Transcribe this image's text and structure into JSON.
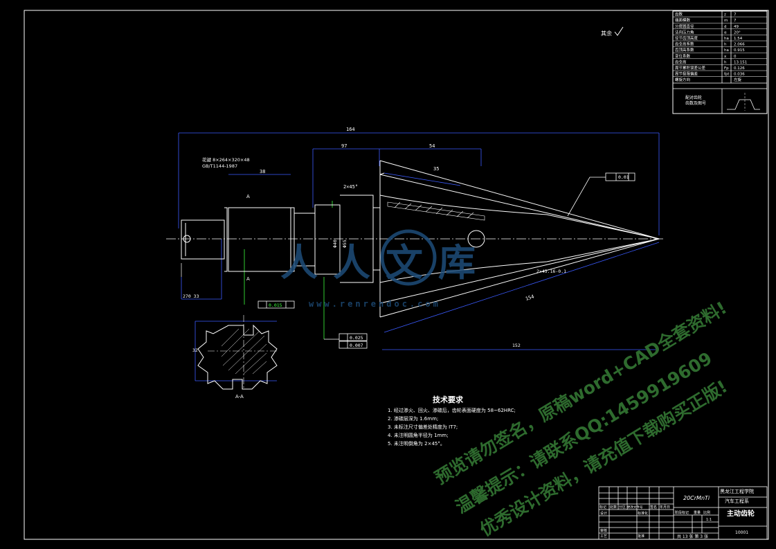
{
  "surface_roughness_note": "其余",
  "gear_params": [
    {
      "name": "齿数",
      "symbol": "z",
      "value": "7"
    },
    {
      "name": "端面模数",
      "symbol": "m",
      "value": "7"
    },
    {
      "name": "分度圆直径",
      "symbol": "d",
      "value": "49"
    },
    {
      "name": "法向压力角",
      "symbol": "α",
      "value": "20°"
    },
    {
      "name": "径节齿顶高度",
      "symbol": "ha",
      "value": "1.54"
    },
    {
      "name": "齿全高系数",
      "symbol": "h",
      "value": "2.066"
    },
    {
      "name": "齿顶高系数",
      "symbol": "ha",
      "value": "0.915"
    },
    {
      "name": "变位系数",
      "symbol": "x",
      "value": "0"
    },
    {
      "name": "齿全高",
      "symbol": "h",
      "value": "13.151"
    },
    {
      "name": "周节累积误差公差",
      "symbol": "Fp",
      "value": "0.126"
    },
    {
      "name": "周节极限偏差",
      "symbol": "fpt",
      "value": "0.036"
    },
    {
      "name": "螺旋方向",
      "symbol": "",
      "value": "左旋"
    }
  ],
  "mating_gear": {
    "label_1": "配对齿轮",
    "label_2": "齿数及图号"
  },
  "dimensions": {
    "overall_length": "164",
    "len_97": "97",
    "len_54": "54",
    "len_38": "38",
    "len_35": "35",
    "len_154": "154",
    "chamfer": "2×45°",
    "spline_spec_1": "花键 8×264×320×48",
    "spline_spec_2": "GB/T1144-1987",
    "section_label": "A",
    "section_view": "A-A",
    "bottom_left_dims": "270  33",
    "datum_tol_1": "0.015",
    "datum_tol_2": "0.01",
    "datum_tol_3": "0.025",
    "datum_tol_4": "0.007",
    "cone_note": "2×45.16-0.1",
    "dim_32": "32",
    "dim_42": "152",
    "diameter_labels": [
      "Φ40",
      "Φ55"
    ]
  },
  "tech_requirements": {
    "title": "技术要求",
    "items": [
      "1. 经过渗火、回火、渗碳后，齿轮表面硬度为 58~62HRC;",
      "2. 渗碳层深为 1.6mm;",
      "3. 未标注尺寸偏差处精度为 IT7;",
      "4. 未注明圆角半径为 1mm;",
      "5. 未注明倒角为 2×45°。"
    ]
  },
  "title_block": {
    "material": "20CrMnTi",
    "school": "黑龙江工程学院",
    "department": "汽车工程系",
    "part_name": "主动齿轮",
    "drawing_no": "10001",
    "sheet_count": "共 13 张  第 3 张",
    "labels": {
      "mark": "标记",
      "count": "处数",
      "zone": "分区",
      "doc_no": "更改文件号",
      "sign": "签名",
      "date": "年月日",
      "design": "设计",
      "standardize": "标准化",
      "review": "审核",
      "process": "工艺",
      "approve": "批准",
      "stage": "阶段标记",
      "weight": "重量",
      "scale": "比例",
      "scale_value": "1:1"
    }
  },
  "watermark": {
    "logo_chars": "人人文库",
    "url": "www.renrendoc.com",
    "line1": "预览请勿签名，原稿word+CAD全套资料!",
    "line2": "温馨提示：请联系QQ:1459919609",
    "line3": "优秀设计资料，请充值下载购买正版!"
  },
  "colors": {
    "line_white": "#ffffff",
    "dim_blue": "#3b5bff",
    "dim_green": "#3cff3c",
    "leader_green": "#00c000",
    "watermark_green": "#2e6b2e",
    "logo_blue": "#1e4d7a"
  }
}
